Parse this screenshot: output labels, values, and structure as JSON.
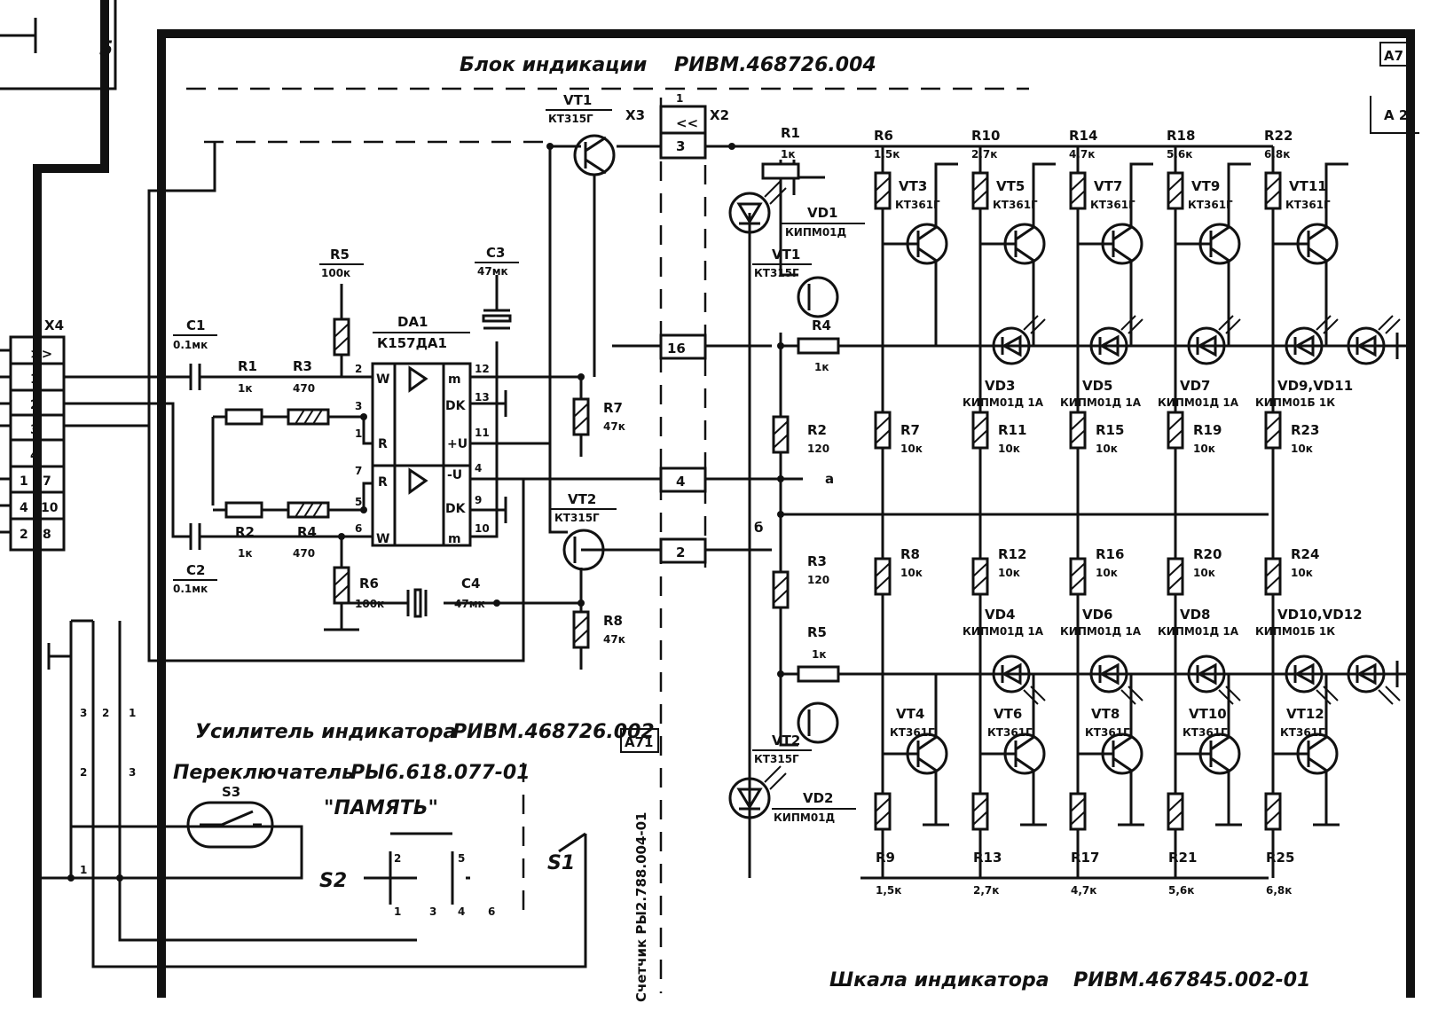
{
  "titles": {
    "display_block": "Блок индикации",
    "display_block_code": "РИВМ.468726.004",
    "amplifier": "Усилитель индикатора",
    "amplifier_code": "РИВМ.468726.002",
    "switch": "Переключатель",
    "switch_code": "РЫ6.618.077-01",
    "memory": "\"ПАМЯТЬ\"",
    "scale": "Шкала индикатора",
    "scale_code": "РИВМ.467845.002-01",
    "counter": "Счетчик РЫ2.788.004-01",
    "frame_a7": "А7",
    "frame_a2": "А 2",
    "frame_a71": "А71",
    "corner_5": "5"
  },
  "amplifier": {
    "x4": "Х4",
    "da1": "DA1",
    "da1_type": "К157ДА1",
    "c1": "С1",
    "c1_val": "0.1мк",
    "c2": "С2",
    "c2_val": "0.1мк",
    "c3": "С3",
    "c3_val": "47мк",
    "c4": "С4",
    "c4_val": "47мк",
    "r1": "R1",
    "r1_val": "1к",
    "r2": "R2",
    "r2_val": "1к",
    "r3": "R3",
    "r3_val": "470",
    "r4": "R4",
    "r4_val": "470",
    "r5": "R5",
    "r5_val": "100к",
    "r6": "R6",
    "r6_val": "100к",
    "r7": "R7",
    "r7_val": "47к",
    "r8": "R8",
    "r8_val": "47к",
    "vt1": "VT1",
    "vt1_type": "КТ315Г",
    "vt2": "VT2",
    "vt2_type": "КТ315Г",
    "x4_pins": [
      "1",
      "2",
      "3",
      "4",
      "1",
      "4",
      "2"
    ],
    "x4_pins_b": [
      "7",
      "10",
      "8"
    ]
  },
  "connectors": {
    "x3": "Х3",
    "x2": "Х2",
    "p3": "3",
    "p1": "1",
    "p16": "16",
    "p4": "4",
    "p2": "2"
  },
  "scale": {
    "r1": "R1",
    "r1_val": "1к",
    "vd1": "VD1",
    "vd1_type": "КИПМ01Д",
    "vt1": "VT1",
    "vt1_type": "КТ315Г",
    "r4": "R4",
    "r4_val": "1к",
    "r2": "R2",
    "r2_val": "120",
    "r3": "R3",
    "r3_val": "120",
    "r5": "R5",
    "r5_val": "1к",
    "vt2": "VT2",
    "vt2_type": "КТ315Г",
    "vd2": "VD2",
    "vd2_type": "КИПМ01Д",
    "node_a": "а",
    "node_b": "б",
    "top_resistors": [
      {
        "name": "R6",
        "val": "1,5к"
      },
      {
        "name": "R10",
        "val": "2,7к"
      },
      {
        "name": "R14",
        "val": "4,7к"
      },
      {
        "name": "R18",
        "val": "5,6к"
      },
      {
        "name": "R22",
        "val": "6,8к"
      }
    ],
    "top_transistors": [
      {
        "name": "VT3",
        "type": "КТ361Г"
      },
      {
        "name": "VT5",
        "type": "КТ361Г"
      },
      {
        "name": "VT7",
        "type": "КТ361Г"
      },
      {
        "name": "VT9",
        "type": "КТ361Г"
      },
      {
        "name": "VT11",
        "type": "КТ361Г"
      }
    ],
    "top_leds": [
      {
        "name": "VD3",
        "type": "КИПМ01Д 1А"
      },
      {
        "name": "VD5",
        "type": "КИПМ01Д 1А"
      },
      {
        "name": "VD7",
        "type": "КИПМ01Д 1А"
      },
      {
        "name": "VD9,VD11",
        "type": "КИПМ01Б 1К"
      }
    ],
    "mid_top_resistors": [
      {
        "name": "R7",
        "val": "10к"
      },
      {
        "name": "R11",
        "val": "10к"
      },
      {
        "name": "R15",
        "val": "10к"
      },
      {
        "name": "R19",
        "val": "10к"
      },
      {
        "name": "R23",
        "val": "10к"
      }
    ],
    "mid_bot_resistors": [
      {
        "name": "R8",
        "val": "10к"
      },
      {
        "name": "R12",
        "val": "10к"
      },
      {
        "name": "R16",
        "val": "10к"
      },
      {
        "name": "R20",
        "val": "10к"
      },
      {
        "name": "R24",
        "val": "10к"
      }
    ],
    "bot_leds": [
      {
        "name": "VD4",
        "type": "КИПМ01Д 1А"
      },
      {
        "name": "VD6",
        "type": "КИПМ01Д 1А"
      },
      {
        "name": "VD8",
        "type": "КИПМ01Д 1А"
      },
      {
        "name": "VD10,VD12",
        "type": "КИПМ01Б 1К"
      }
    ],
    "bot_transistors": [
      {
        "name": "VT4",
        "type": "КТ361Г"
      },
      {
        "name": "VT6",
        "type": "КТ361Г"
      },
      {
        "name": "VT8",
        "type": "КТ361Г"
      },
      {
        "name": "VT10",
        "type": "КТ361Г"
      },
      {
        "name": "VT12",
        "type": "КТ361Г"
      }
    ],
    "bot_resistors": [
      {
        "name": "R9",
        "val": "1,5к"
      },
      {
        "name": "R13",
        "val": "2,7к"
      },
      {
        "name": "R17",
        "val": "4,7к"
      },
      {
        "name": "R21",
        "val": "5,6к"
      },
      {
        "name": "R25",
        "val": "6,8к"
      }
    ]
  },
  "switches": {
    "s1": "S1",
    "s2": "S2",
    "s3": "S3",
    "wires": [
      "3",
      "2",
      "1",
      "2",
      "3",
      "1"
    ],
    "pins": [
      "2",
      "5",
      "1",
      "3",
      "4",
      "6"
    ]
  }
}
